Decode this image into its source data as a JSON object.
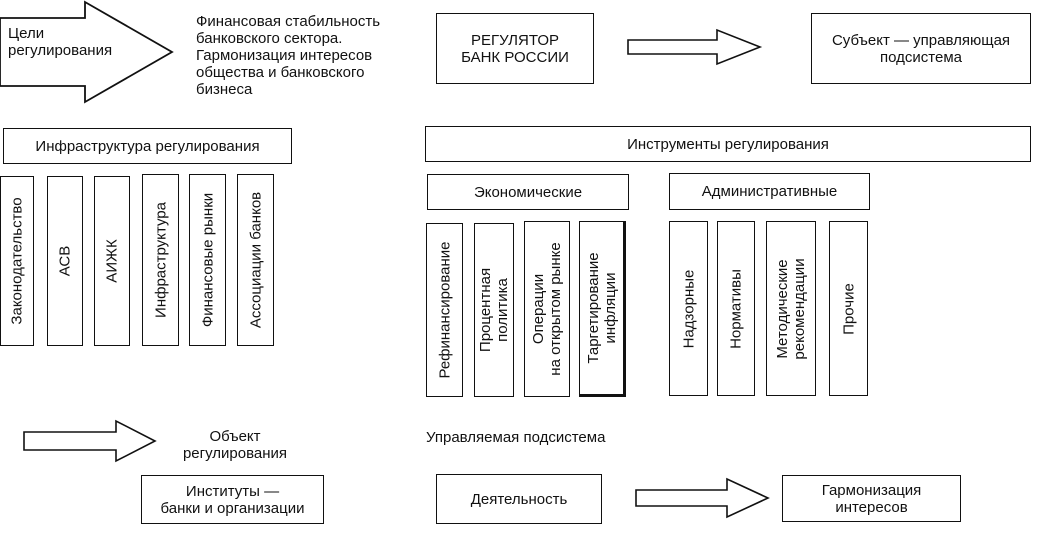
{
  "goals": {
    "arrow_label_lines": [
      "Цели",
      "регулирования"
    ],
    "text_lines": [
      "Финансовая стабильность",
      "банковского сектора.",
      "Гармонизация интересов",
      "общества и банковского",
      "бизнеса"
    ]
  },
  "regulator": {
    "label_lines": [
      "РЕГУЛЯТОР",
      "БАНК РОССИИ"
    ]
  },
  "subject": {
    "label_lines": [
      "Субъект — управляющая",
      "подсистема"
    ]
  },
  "infrastructure": {
    "title": "Инфраструктура регулирования",
    "items": [
      "Законодательство",
      "АСВ",
      "АИЖК",
      "Инфраструктура",
      "Финансовые рынки",
      "Ассоциации банков"
    ]
  },
  "instruments": {
    "title": "Инструменты регулирования",
    "economic": {
      "title": "Экономические",
      "items": [
        [
          "Рефинансирование"
        ],
        [
          "Процентная",
          "политика"
        ],
        [
          "Операции",
          "на открытом рынке"
        ],
        [
          "Таргетирование",
          "инфляции"
        ]
      ]
    },
    "administrative": {
      "title": "Административные",
      "items": [
        [
          "Надзорные"
        ],
        [
          "Нормативы"
        ],
        [
          "Методические",
          "рекомендации"
        ],
        [
          "Прочие"
        ]
      ]
    }
  },
  "object": {
    "label_lines": [
      "Объект",
      "регулирования"
    ]
  },
  "managed": {
    "label": "Управляемая подсистема"
  },
  "institutions": {
    "label_lines": [
      "Институты —",
      "банки и организации"
    ]
  },
  "activity": {
    "label": "Деятельность"
  },
  "harmonization": {
    "label_lines": [
      "Гармонизация",
      "интересов"
    ]
  }
}
